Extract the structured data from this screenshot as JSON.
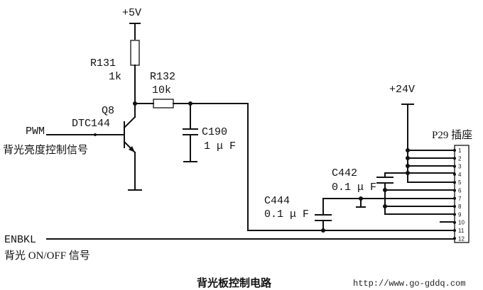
{
  "supply": {
    "v5": "+5V",
    "v24": "+24V"
  },
  "r131": {
    "ref": "R131",
    "value": "1k"
  },
  "r132": {
    "ref": "R132",
    "value": "10k"
  },
  "q8": {
    "ref": "Q8",
    "part": "DTC144"
  },
  "c190": {
    "ref": "C190",
    "value": "1 μ F"
  },
  "c442": {
    "ref": "C442",
    "value": "0.1 μ F"
  },
  "c444": {
    "ref": "C444",
    "value": "0.1 μ F"
  },
  "pwm": {
    "net": "PWM",
    "desc": "背光亮度控制信号"
  },
  "enbkl": {
    "net": "ENBKL",
    "desc": "背光 ON/OFF 信号"
  },
  "connector": {
    "ref": "P29 插座",
    "pins": [
      "1",
      "2",
      "3",
      "4",
      "5",
      "6",
      "7",
      "8",
      "9",
      "10",
      "11",
      "12"
    ]
  },
  "caption": "背光板控制电路",
  "watermark": "http://www.go-gddq.com"
}
